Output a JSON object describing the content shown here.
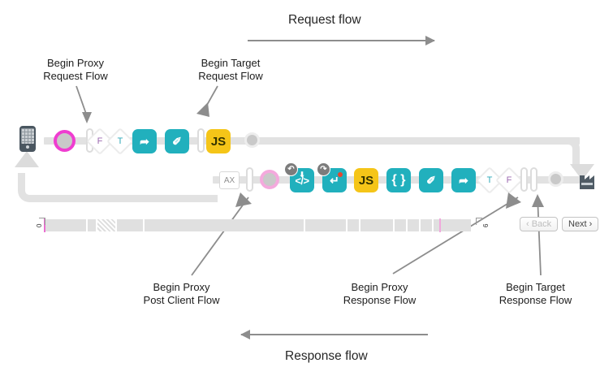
{
  "diagram": {
    "request_flow_title": "Request flow",
    "response_flow_title": "Response flow",
    "callouts": {
      "begin_proxy_request": "Begin Proxy\nRequest Flow",
      "begin_proxy_request_l1": "Begin Proxy",
      "begin_proxy_request_l2": "Request Flow",
      "begin_target_request_l1": "Begin Target",
      "begin_target_request_l2": "Request Flow",
      "begin_proxy_post_l1": "Begin Proxy",
      "begin_proxy_post_l2": "Post Client Flow",
      "begin_proxy_response_l1": "Begin Proxy",
      "begin_proxy_response_l2": "Response Flow",
      "begin_target_response_l1": "Begin Target",
      "begin_target_response_l2": "Response Flow"
    },
    "colors": {
      "teal": "#21b0bd",
      "gold": "#f5c518",
      "rail": "#e2e2e2",
      "magenta": "#ef3dd0",
      "pink_muted": "#f4a9dd",
      "slate": "#4a5660",
      "arrow_gray": "#8d8d8d"
    },
    "request_row": {
      "client_icon": "mobile-phone-icon",
      "nodes": [
        {
          "type": "circle-ring",
          "name": "proxy-request-start-marker",
          "color": "#ef3dd0"
        },
        {
          "type": "vbar",
          "name": "flow-boundary-bar"
        },
        {
          "type": "diamond",
          "name": "conditional-false",
          "label": "F"
        },
        {
          "type": "diamond",
          "name": "conditional-true",
          "label": "T"
        },
        {
          "type": "chip",
          "name": "assign-message-policy",
          "glyph": "➦",
          "color": "teal"
        },
        {
          "type": "chip",
          "name": "extract-variables-policy",
          "glyph": "✐",
          "color": "teal"
        },
        {
          "type": "vbar",
          "name": "target-request-boundary-bar"
        },
        {
          "type": "chip",
          "name": "javascript-policy",
          "glyph": "JS",
          "color": "gold"
        },
        {
          "type": "circle",
          "name": "request-end-marker",
          "color": "#c9c9c9"
        }
      ]
    },
    "response_row": {
      "server_icon": "target-server-factory-icon",
      "nodes": [
        {
          "type": "sqbox",
          "name": "analytics-node",
          "label": "AX"
        },
        {
          "type": "vbar",
          "name": "post-client-boundary-bar"
        },
        {
          "type": "circle-ring",
          "name": "proxy-post-client-marker",
          "color": "#f4a9dd"
        },
        {
          "type": "chip",
          "name": "xml-to-json-policy",
          "glyph": "</>",
          "color": "teal",
          "badge": "loop-icon"
        },
        {
          "type": "chip",
          "name": "raise-fault-policy",
          "glyph": "↵",
          "color": "teal",
          "badge": "loop-icon"
        },
        {
          "type": "chip",
          "name": "javascript-policy",
          "glyph": "JS",
          "color": "gold"
        },
        {
          "type": "chip",
          "name": "json-threat-protection-policy",
          "glyph": "{ }",
          "color": "teal"
        },
        {
          "type": "chip",
          "name": "extract-variables-policy",
          "glyph": "✐",
          "color": "teal"
        },
        {
          "type": "chip",
          "name": "assign-message-policy",
          "glyph": "➦",
          "color": "teal"
        },
        {
          "type": "diamond",
          "name": "conditional-true",
          "label": "T"
        },
        {
          "type": "diamond",
          "name": "conditional-false",
          "label": "F"
        },
        {
          "type": "vbar",
          "name": "proxy-response-boundary-bar"
        },
        {
          "type": "vbar",
          "name": "target-response-boundary-bar"
        },
        {
          "type": "circle",
          "name": "response-end-marker",
          "color": "#c9c9c9"
        }
      ]
    },
    "timeline": {
      "left_marker": "0",
      "right_marker": "6",
      "segments_visible": 12,
      "tick_color": "#ea6fd0",
      "back_label": "‹ Back",
      "next_label": "Next ›",
      "back_disabled": true
    }
  }
}
